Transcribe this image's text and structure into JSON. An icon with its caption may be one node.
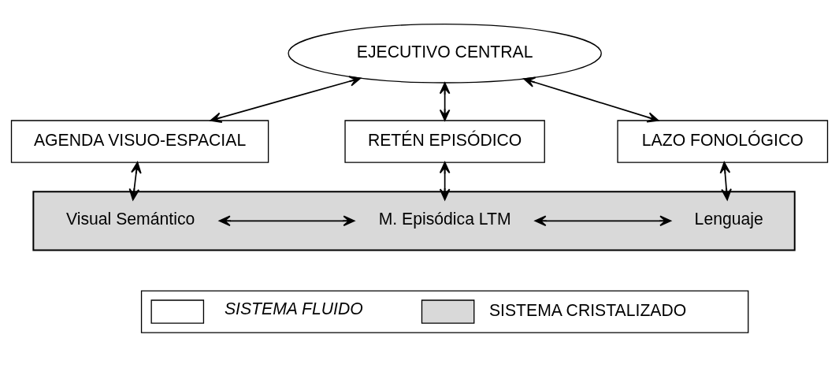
{
  "diagram": {
    "nodes": [
      {
        "text": [
          "EJECUTIVO CENTRAL"
        ]
      },
      {
        "text": [
          "AGENDA VISUO-ESPACIAL"
        ]
      },
      {
        "text": [
          "RETÉN EPISÓDICO"
        ]
      },
      {
        "text": [
          "LAZO FONOLÓGICO"
        ]
      },
      {
        "text": [],
        "shape": "bar"
      },
      {
        "text": [
          "Visual Semántico"
        ],
        "in": 4
      },
      {
        "text": [
          "M. Episódica LTM"
        ],
        "in": 4
      },
      {
        "text": [
          "Lenguaje"
        ],
        "in": 4
      }
    ],
    "edges": [
      {
        "from": 0,
        "to": 1,
        "arrow": "both"
      },
      {
        "from": 0,
        "to": 2,
        "arrow": "both"
      },
      {
        "from": 0,
        "to": 3,
        "arrow": "both"
      },
      {
        "from": 1,
        "to": 5,
        "arrow": "both"
      },
      {
        "from": 2,
        "to": 6,
        "arrow": "both"
      },
      {
        "from": 3,
        "to": 7,
        "arrow": "both"
      },
      {
        "from": 5,
        "to": 6,
        "arrow": "both"
      },
      {
        "from": 6,
        "to": 7,
        "arrow": "both"
      }
    ],
    "legend": [
      {
        "text": "SISTEMA FLUIDO",
        "color": "#ffffff"
      },
      {
        "text": "SISTEMA CRISTALIZADO",
        "color": "#d9d9d9"
      }
    ]
  }
}
